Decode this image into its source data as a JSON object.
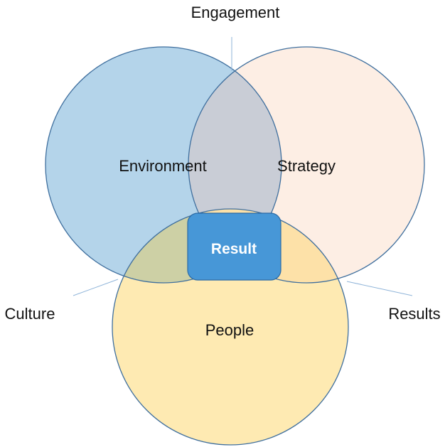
{
  "diagram": {
    "circles": [
      {
        "label": "Environment",
        "fill": "#b4d4ea",
        "stroke": "#3f6f9e"
      },
      {
        "label": "Strategy",
        "fill": "#fdeee4",
        "stroke": "#3f6f9e"
      },
      {
        "label": "People",
        "fill": "#feeab2",
        "stroke": "#3f6f9e"
      }
    ],
    "overlaps": [
      {
        "label": "Engagement",
        "between": [
          "Environment",
          "Strategy"
        ],
        "fill": "#c9cdd6"
      },
      {
        "label": "Culture",
        "between": [
          "Environment",
          "People"
        ],
        "fill": "#cdd0a5"
      },
      {
        "label": "Results",
        "between": [
          "Strategy",
          "People"
        ],
        "fill": "#fde1a8"
      }
    ],
    "center": {
      "label": "Result",
      "fill": "#4797d7",
      "stroke": "#2b6aa5"
    },
    "leader_line_color": "#8fb4d9"
  }
}
